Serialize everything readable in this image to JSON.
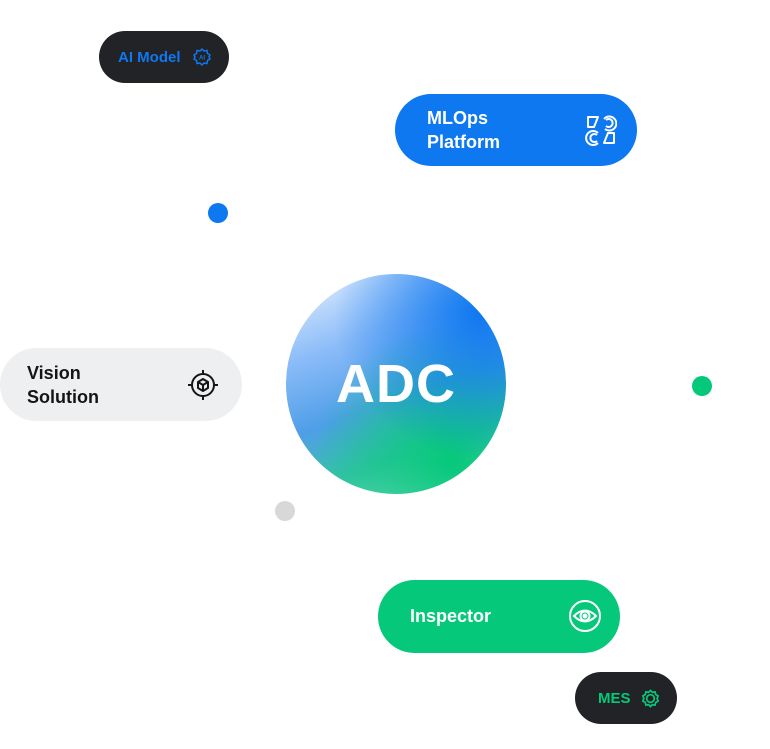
{
  "center": {
    "label": "ADC"
  },
  "nodes": [
    {
      "id": "ai-model",
      "label": "AI Model",
      "icon": "ai-chip-icon",
      "color": "#0e78f0",
      "background": "#222326"
    },
    {
      "id": "mlops",
      "label": "MLOps\nPlatform",
      "icon": "cycle-shapes-icon",
      "color": "#ffffff",
      "background": "#0e78f0"
    },
    {
      "id": "vision",
      "label": "Vision\nSolution",
      "icon": "crosshair-cube-icon",
      "color": "#131517",
      "background": "#eeeff1"
    },
    {
      "id": "inspector",
      "label": "Inspector",
      "icon": "eye-icon",
      "color": "#ffffff",
      "background": "#05c87a"
    },
    {
      "id": "mes",
      "label": "MES",
      "icon": "gear-icon",
      "color": "#05c87a",
      "background": "#222326"
    }
  ],
  "dots": [
    {
      "name": "blue-dot",
      "color": "#0e78f0"
    },
    {
      "name": "green-dot",
      "color": "#05c87a"
    },
    {
      "name": "gray-dot",
      "color": "#d8d8d8"
    }
  ]
}
